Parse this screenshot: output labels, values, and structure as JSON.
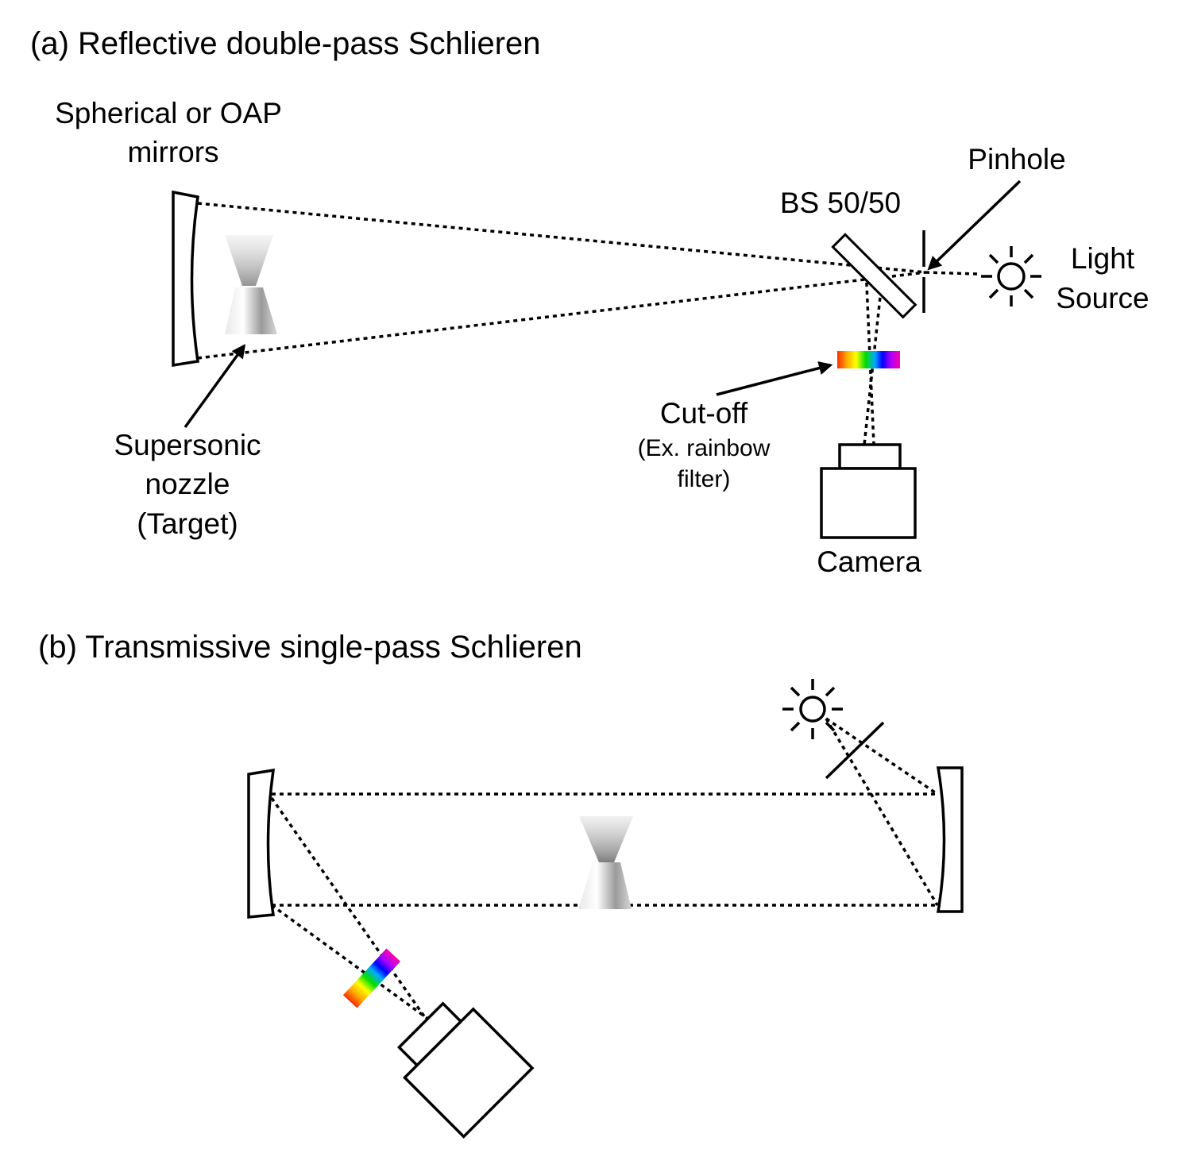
{
  "panel_a": {
    "title": "(a) Reflective double-pass Schlieren",
    "mirror_label_line1": "Spherical or OAP",
    "mirror_label_line2": "mirrors",
    "pinhole_label": "Pinhole",
    "bs_label": "BS 50/50",
    "light_label_line1": "Light",
    "light_label_line2": "Source",
    "cutoff_label": "Cut-off",
    "cutoff_sub_line1": "(Ex. rainbow",
    "cutoff_sub_line2": "filter)",
    "nozzle_label_line1": "Supersonic",
    "nozzle_label_line2": "nozzle",
    "nozzle_label_line3": "(Target)",
    "camera_label": "Camera"
  },
  "panel_b": {
    "title": "(b) Transmissive single-pass Schlieren"
  },
  "icons": [
    "sun-icon",
    "camera-icon",
    "nozzle-icon",
    "rainbow-filter-icon",
    "mirror-icon",
    "beam-splitter-icon",
    "arrow-icon"
  ],
  "colors": {
    "ink": "#000000",
    "rainbow": [
      "#ff2a00",
      "#ffaa00",
      "#ffff00",
      "#00dd00",
      "#00aaff",
      "#0000ff",
      "#aa00ff",
      "#ff00aa"
    ]
  }
}
